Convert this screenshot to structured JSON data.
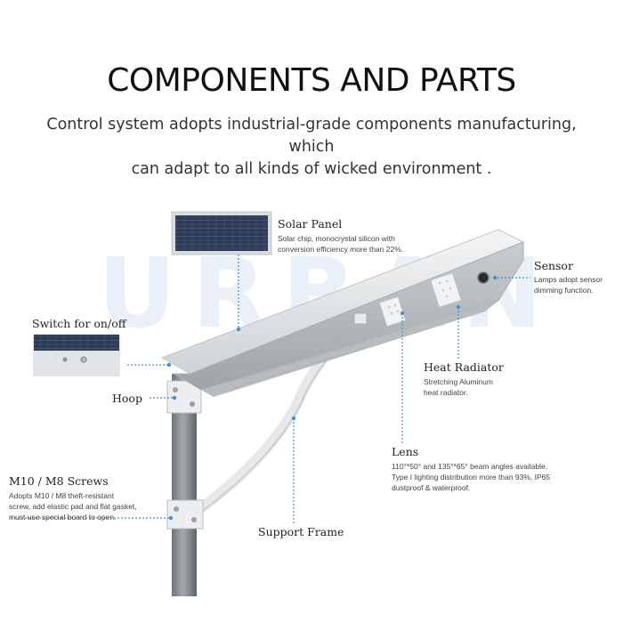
{
  "header": {
    "title": "COMPONENTS AND PARTS",
    "subtitle_line1": "Control system adopts industrial-grade components manufacturing, which",
    "subtitle_line2": "can adapt to all kinds of wicked environment ."
  },
  "watermark": "URBAN",
  "colors": {
    "leader_line": "#4a8fd4",
    "pole": "#8f9498",
    "lamp_body": "#d9dde0",
    "bracket": "#e8eaec",
    "solar_cell": "#3a4a66"
  },
  "labels": {
    "solar_panel": {
      "title": "Solar Panel",
      "desc": [
        "Solar chip, monocrystal silicon with",
        "conversion efficiency more than 22%."
      ]
    },
    "sensor": {
      "title": "Sensor",
      "desc": [
        "Lamps adopt sensor",
        "dimming function."
      ]
    },
    "switch": {
      "title": "Switch for on/off"
    },
    "heat_radiator": {
      "title": "Heat Radiator",
      "desc": [
        "Stretching Aluminum",
        "heat radiator."
      ]
    },
    "hoop": {
      "title": "Hoop"
    },
    "lens": {
      "title": "Lens",
      "desc": [
        "110°*50° and 135°*65° beam angles available.",
        "Type I lighting distribution more than 93%, IP65",
        "dustproof & waterproof."
      ]
    },
    "screws": {
      "title": "M10 / M8 Screws",
      "desc": [
        "Adopts M10 / M8 theft-resistant",
        "screw, add elastic pad and flat gasket,",
        "must use special board to open."
      ]
    },
    "support_frame": {
      "title": "Support Frame"
    }
  }
}
